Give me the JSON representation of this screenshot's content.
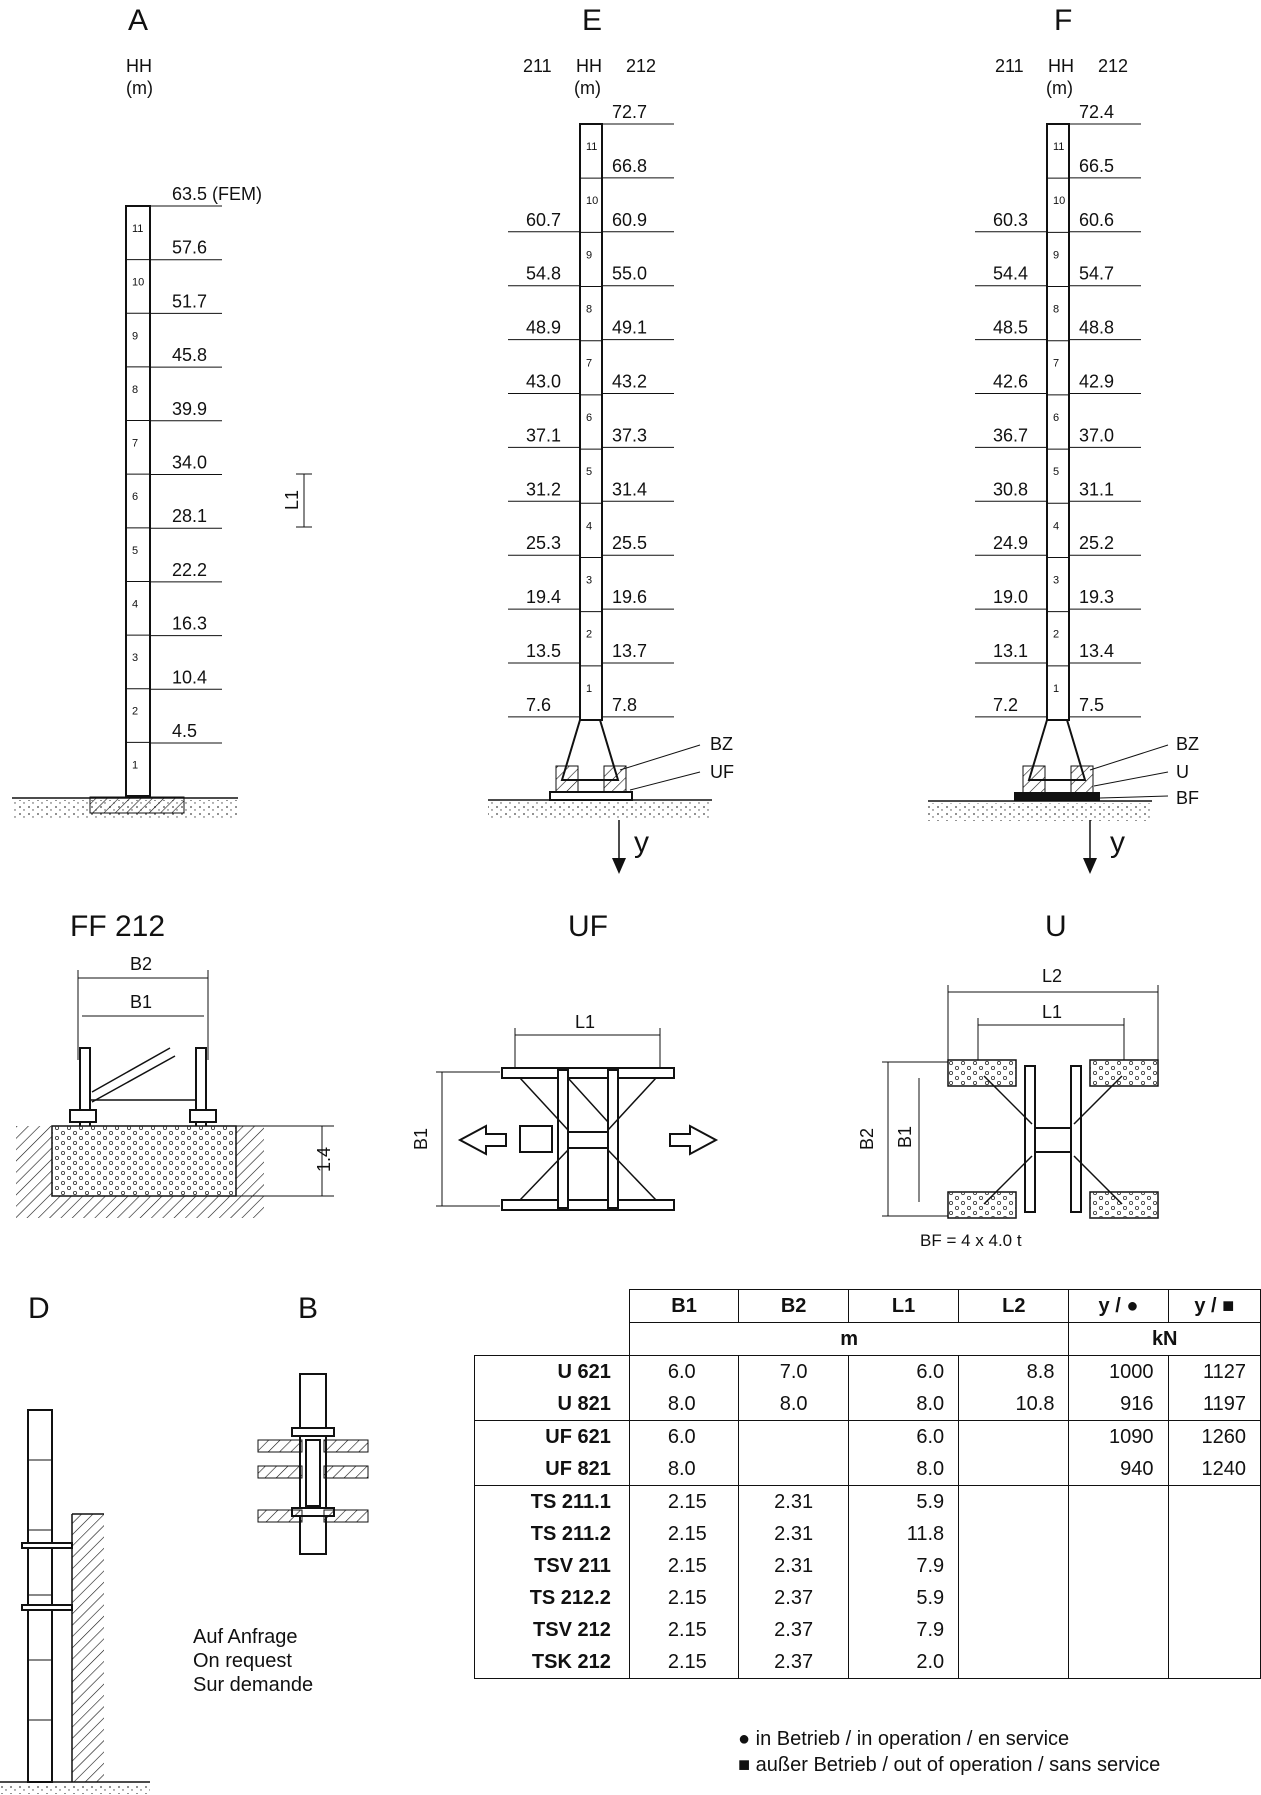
{
  "views": {
    "A": {
      "title": "A",
      "hh_label": "HH",
      "unit_label": "(m)",
      "heights": [
        "63.5 (FEM)",
        "57.6",
        "51.7",
        "45.8",
        "39.9",
        "34.0",
        "28.1",
        "22.2",
        "16.3",
        "10.4",
        "4.5"
      ],
      "segments": [
        "11",
        "10",
        "9",
        "8",
        "7",
        "6",
        "5",
        "4",
        "3",
        "2",
        "1"
      ],
      "dim_label": "L1"
    },
    "E": {
      "title": "E",
      "col_left": "211",
      "hh_label": "HH",
      "col_right": "212",
      "unit_label": "(m)",
      "left_heights": [
        "60.7",
        "54.8",
        "48.9",
        "43.0",
        "37.1",
        "31.2",
        "25.3",
        "19.4",
        "13.5",
        "7.6"
      ],
      "right_heights": [
        "72.7",
        "66.8",
        "60.9",
        "55.0",
        "49.1",
        "43.2",
        "37.3",
        "31.4",
        "25.5",
        "19.6",
        "13.7",
        "7.8"
      ],
      "segments": [
        "11",
        "10",
        "9",
        "8",
        "7",
        "6",
        "5",
        "4",
        "3",
        "2",
        "1"
      ],
      "callouts": [
        "BZ",
        "UF"
      ],
      "force_label": "y"
    },
    "F": {
      "title": "F",
      "col_left": "211",
      "hh_label": "HH",
      "col_right": "212",
      "unit_label": "(m)",
      "left_heights": [
        "60.3",
        "54.4",
        "48.5",
        "42.6",
        "36.7",
        "30.8",
        "24.9",
        "19.0",
        "13.1",
        "7.2"
      ],
      "right_heights": [
        "72.4",
        "66.5",
        "60.6",
        "54.7",
        "48.8",
        "42.9",
        "37.0",
        "31.1",
        "25.2",
        "19.3",
        "13.4",
        "7.5"
      ],
      "segments": [
        "11",
        "10",
        "9",
        "8",
        "7",
        "6",
        "5",
        "4",
        "3",
        "2",
        "1"
      ],
      "callouts": [
        "BZ",
        "U",
        "BF"
      ],
      "force_label": "y"
    },
    "FF": {
      "title": "FF 212",
      "b2": "B2",
      "b1": "B1",
      "depth": "1.4"
    },
    "UF": {
      "title": "UF",
      "l1": "L1",
      "b1": "B1"
    },
    "U": {
      "title": "U",
      "l2": "L2",
      "l1": "L1",
      "b2": "B2",
      "b1": "B1",
      "bf_note": "BF = 4 x 4.0 t"
    },
    "D": {
      "title": "D"
    },
    "B": {
      "title": "B"
    }
  },
  "note": {
    "line1": "Auf Anfrage",
    "line2": "On request",
    "line3": "Sur demande"
  },
  "table": {
    "headers": [
      "B1",
      "B2",
      "L1",
      "L2",
      "y / ●",
      "y / ■"
    ],
    "unit_m": "m",
    "unit_kn": "kN",
    "rows": [
      {
        "name": "U 621",
        "b1": "6.0",
        "b2": "7.0",
        "l1": "6.0",
        "l2": "8.8",
        "y_in": "1000",
        "y_out": "1127"
      },
      {
        "name": "U 821",
        "b1": "8.0",
        "b2": "8.0",
        "l1": "8.0",
        "l2": "10.8",
        "y_in": "916",
        "y_out": "1197"
      },
      {
        "name": "UF 621",
        "b1": "6.0",
        "b2": "",
        "l1": "6.0",
        "l2": "",
        "y_in": "1090",
        "y_out": "1260"
      },
      {
        "name": "UF 821",
        "b1": "8.0",
        "b2": "",
        "l1": "8.0",
        "l2": "",
        "y_in": "940",
        "y_out": "1240"
      },
      {
        "name": "TS 211.1",
        "b1": "2.15",
        "b2": "2.31",
        "l1": "5.9",
        "l2": "",
        "y_in": "",
        "y_out": ""
      },
      {
        "name": "TS 211.2",
        "b1": "2.15",
        "b2": "2.31",
        "l1": "11.8",
        "l2": "",
        "y_in": "",
        "y_out": ""
      },
      {
        "name": "TSV 211",
        "b1": "2.15",
        "b2": "2.31",
        "l1": "7.9",
        "l2": "",
        "y_in": "",
        "y_out": ""
      },
      {
        "name": "TS 212.2",
        "b1": "2.15",
        "b2": "2.37",
        "l1": "5.9",
        "l2": "",
        "y_in": "",
        "y_out": ""
      },
      {
        "name": "TSV 212",
        "b1": "2.15",
        "b2": "2.37",
        "l1": "7.9",
        "l2": "",
        "y_in": "",
        "y_out": ""
      },
      {
        "name": "TSK 212",
        "b1": "2.15",
        "b2": "2.37",
        "l1": "2.0",
        "l2": "",
        "y_in": "",
        "y_out": ""
      }
    ]
  },
  "legend": {
    "in_op": "● in Betrieb / in operation / en service",
    "out_op": "■ außer Betrieb / out of operation / sans service"
  }
}
